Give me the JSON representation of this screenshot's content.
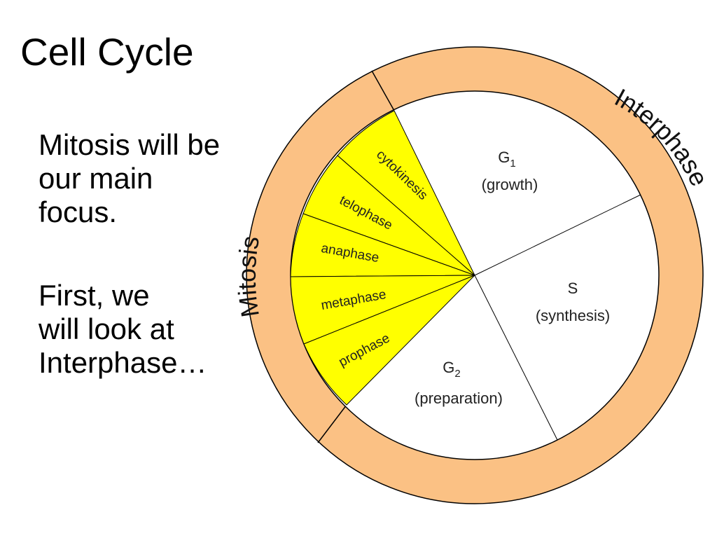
{
  "slide": {
    "title": "Cell Cycle",
    "paragraphs": [
      [
        "Mitosis will be",
        "our main",
        "focus."
      ],
      [
        "First, we",
        "will look at",
        "Interphase…"
      ]
    ]
  },
  "diagram": {
    "ring_labels": {
      "mitosis": "Mitosis",
      "interphase": "Interphase"
    },
    "mitosis_phases": [
      "cytokinesis",
      "telophase",
      "anaphase",
      "metaphase",
      "prophase"
    ],
    "interphase_phases": {
      "g1": {
        "letter": "G",
        "subscript": "1",
        "caption": "(growth)"
      },
      "s": {
        "letter": "S",
        "caption": "(synthesis)"
      },
      "g2": {
        "letter": "G",
        "subscript": "2",
        "caption": "(preparation)"
      }
    },
    "colors": {
      "ring": "#FBC184",
      "mitosis_fill": "#FFFF00",
      "interphase_fill": "#FFFFFF",
      "outline": "#000000"
    }
  }
}
